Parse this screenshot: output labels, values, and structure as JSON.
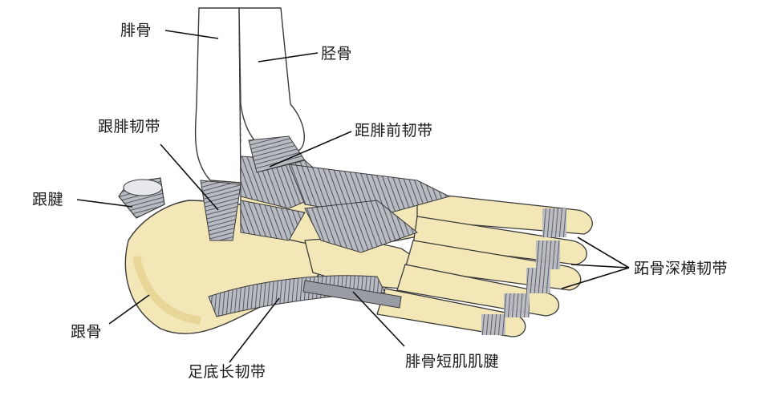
{
  "figure": {
    "labels": {
      "fibula": "腓骨",
      "tibia": "胫骨",
      "calcaneofibular_ligament": "跟腓韧带",
      "anterior_talofibular_ligament": "距腓前韧带",
      "achilles_tendon": "跟腱",
      "deep_transverse_metatarsal_ligament": "跖骨深横韧带",
      "calcaneus": "跟骨",
      "long_plantar_ligament": "足底长韧带",
      "peroneus_brevis_tendon": "腓骨短肌肌腱"
    },
    "colors": {
      "bone": "#f3e7b8",
      "bone_shadow": "#e2cf8a",
      "ligament": "#8a8d96",
      "ligament_dark": "#55585f",
      "outline": "#3a3a3a",
      "leader_line": "#111111"
    }
  }
}
